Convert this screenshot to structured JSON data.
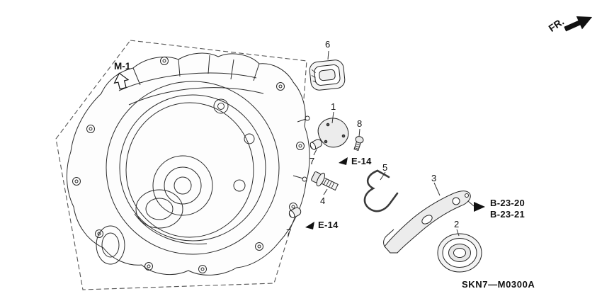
{
  "diagram": {
    "drawing_code": "SKN7—M0300A",
    "orientation_label": "FR.",
    "view_ref_label": "M-1",
    "callouts": {
      "part1": "1",
      "part2": "2",
      "part3": "3",
      "part4": "4",
      "part5": "5",
      "part6": "6",
      "part7_upper": "7",
      "part7_lower": "7",
      "part8": "8"
    },
    "cross_refs": {
      "e14_upper": "E-14",
      "e14_lower": "E-14",
      "b23_20": "B-23-20",
      "b23_21": "B-23-21"
    },
    "colors": {
      "line": "#222222",
      "text": "#111111",
      "background": "#ffffff"
    }
  }
}
